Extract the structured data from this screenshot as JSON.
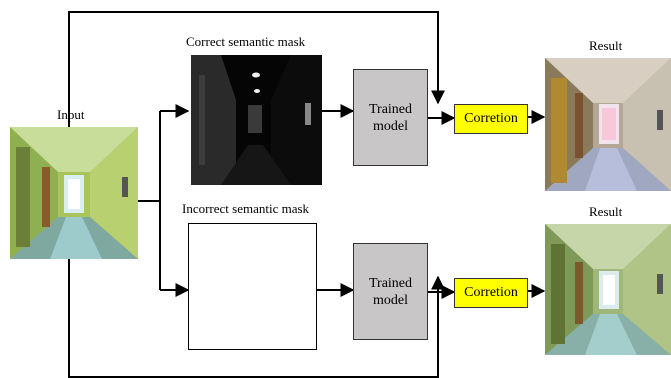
{
  "labels": {
    "input": "Input",
    "correct_mask": "Correct semantic mask",
    "incorrect_mask": "Incorrect semantic mask",
    "result_top": "Result",
    "result_bottom": "Result"
  },
  "blocks": {
    "trained_model_top": "Trained model",
    "trained_model_bottom": "Trained model",
    "correction_top": "Corretion",
    "correction_bottom": "Corretion"
  },
  "colors": {
    "model_box": "#c8c6c6",
    "correction_box": "#ffff00",
    "line": "#000000"
  }
}
